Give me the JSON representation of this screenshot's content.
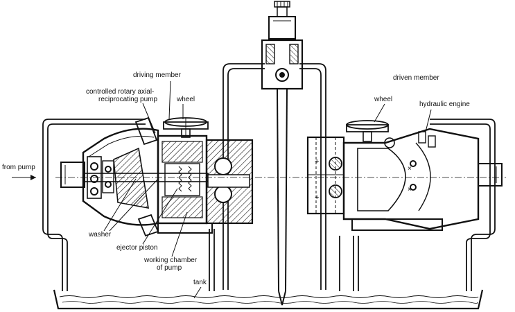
{
  "labels": {
    "driving_member": "driving member",
    "driven_member": "driven member",
    "controlled_pump_line1": "controlled rotary axial-",
    "controlled_pump_line2": "reciprocating pump",
    "wheel_left": "wheel",
    "wheel_right": "wheel",
    "hydraulic_engine": "hydraulic engine",
    "from_pump": "from pump",
    "washer": "washer",
    "ejector_piston": "ejector piston",
    "working_chamber_line1": "working chamber",
    "working_chamber_line2": "of pump",
    "tank": "tank"
  },
  "colors": {
    "ink": "#111111",
    "paper": "#ffffff"
  }
}
